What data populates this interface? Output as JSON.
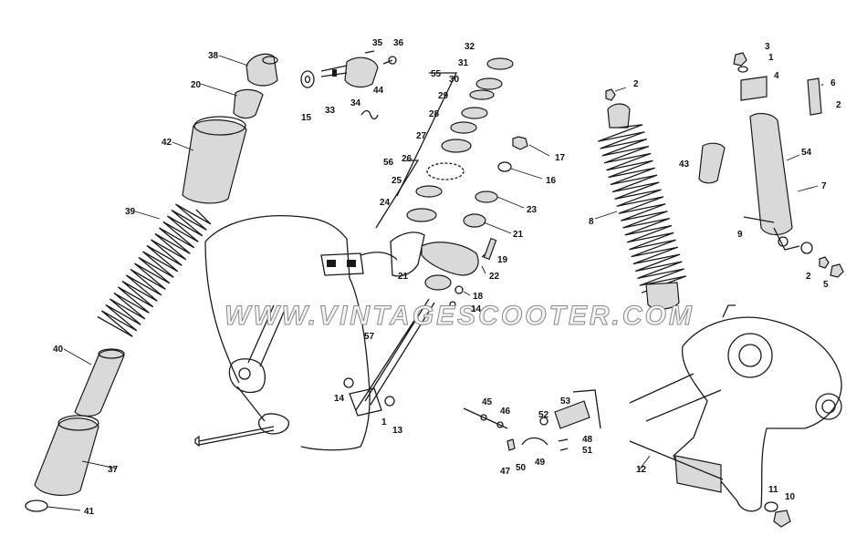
{
  "diagram": {
    "watermark": "WWW.VINTAGESCOOTER.COM",
    "part_labels": [
      {
        "id": "38",
        "text": "38"
      },
      {
        "id": "20",
        "text": "20"
      },
      {
        "id": "42",
        "text": "42"
      },
      {
        "id": "39",
        "text": "39"
      },
      {
        "id": "40",
        "text": "40"
      },
      {
        "id": "37",
        "text": "37"
      },
      {
        "id": "41",
        "text": "41"
      },
      {
        "id": "35",
        "text": "35"
      },
      {
        "id": "36",
        "text": "36"
      },
      {
        "id": "15",
        "text": "15"
      },
      {
        "id": "33",
        "text": "33"
      },
      {
        "id": "34",
        "text": "34"
      },
      {
        "id": "44",
        "text": "44"
      },
      {
        "id": "32",
        "text": "32"
      },
      {
        "id": "55",
        "text": "55"
      },
      {
        "id": "31",
        "text": "31"
      },
      {
        "id": "30",
        "text": "30"
      },
      {
        "id": "29",
        "text": "29"
      },
      {
        "id": "28",
        "text": "28"
      },
      {
        "id": "27",
        "text": "27"
      },
      {
        "id": "56",
        "text": "56"
      },
      {
        "id": "26",
        "text": "26"
      },
      {
        "id": "25",
        "text": "25"
      },
      {
        "id": "24",
        "text": "24"
      },
      {
        "id": "17",
        "text": "17"
      },
      {
        "id": "16",
        "text": "16"
      },
      {
        "id": "23",
        "text": "23"
      },
      {
        "id": "21a",
        "text": "21"
      },
      {
        "id": "19",
        "text": "19"
      },
      {
        "id": "22",
        "text": "22"
      },
      {
        "id": "21b",
        "text": "21"
      },
      {
        "id": "18",
        "text": "18"
      },
      {
        "id": "14a",
        "text": "14"
      },
      {
        "id": "57",
        "text": "57"
      },
      {
        "id": "14b",
        "text": "14"
      },
      {
        "id": "1a",
        "text": "1"
      },
      {
        "id": "13",
        "text": "13"
      },
      {
        "id": "45",
        "text": "45"
      },
      {
        "id": "46",
        "text": "46"
      },
      {
        "id": "53",
        "text": "53"
      },
      {
        "id": "52",
        "text": "52"
      },
      {
        "id": "48",
        "text": "48"
      },
      {
        "id": "51",
        "text": "51"
      },
      {
        "id": "47",
        "text": "47"
      },
      {
        "id": "50",
        "text": "50"
      },
      {
        "id": "49",
        "text": "49"
      },
      {
        "id": "2a",
        "text": "2"
      },
      {
        "id": "8",
        "text": "8"
      },
      {
        "id": "3",
        "text": "3"
      },
      {
        "id": "1b",
        "text": "1"
      },
      {
        "id": "4",
        "text": "4"
      },
      {
        "id": "6",
        "text": "6"
      },
      {
        "id": "2b",
        "text": "2"
      },
      {
        "id": "43",
        "text": "43"
      },
      {
        "id": "54",
        "text": "54"
      },
      {
        "id": "7",
        "text": "7"
      },
      {
        "id": "9",
        "text": "9"
      },
      {
        "id": "2c",
        "text": "2"
      },
      {
        "id": "5",
        "text": "5"
      },
      {
        "id": "12",
        "text": "12"
      },
      {
        "id": "11",
        "text": "11"
      },
      {
        "id": "10",
        "text": "10"
      }
    ]
  }
}
